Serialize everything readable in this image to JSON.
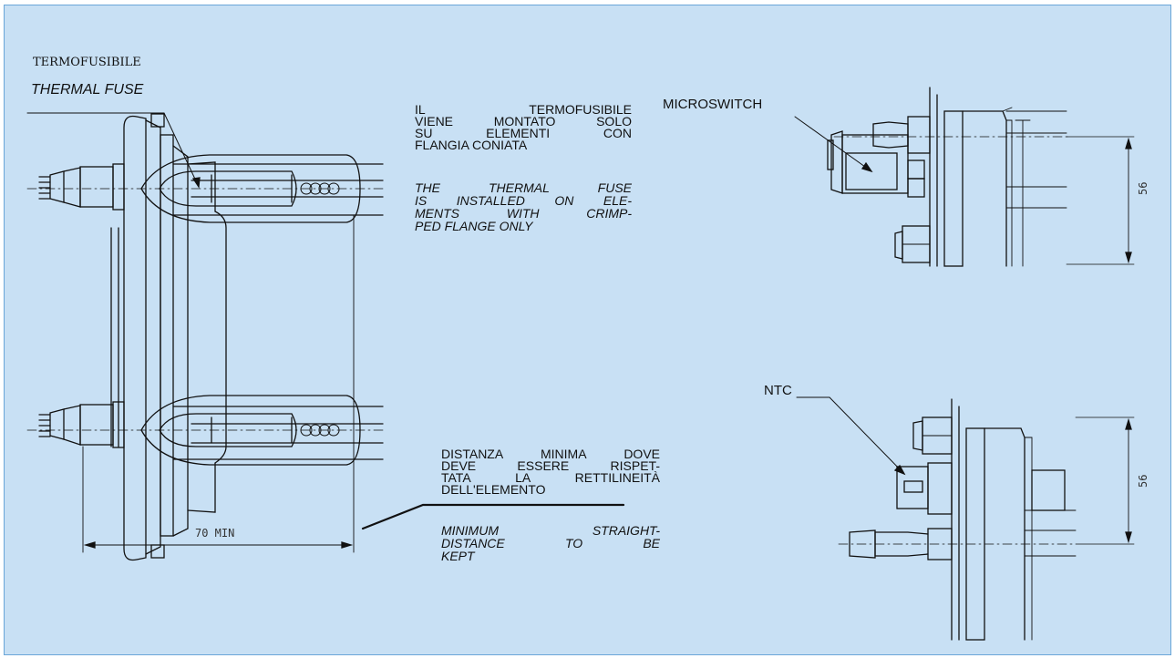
{
  "labels": {
    "termofusibile": "TERMOFUSIBILE",
    "thermal_fuse": "THERMAL FUSE",
    "note_it": [
      "IL TERMOFUSIBILE",
      "VIENE MONTATO SOLO",
      "SU ELEMENTI CON",
      "FLANGIA CONIATA"
    ],
    "note_en": [
      "THE THERMAL FUSE",
      "IS INSTALLED ON ELE-",
      "MENTS WITH CRIMP-",
      "PED FLANGE ONLY"
    ],
    "microswitch": "MICROSWITCH",
    "ntc": "NTC",
    "distanza_it": [
      "DISTANZA MINIMA DOVE",
      "DEVE ESSERE RISPET-",
      "TATA LA RETTILINEITÀ",
      "DELL'ELEMENTO"
    ],
    "distance_en": [
      "MINIMUM STRAIGHT-",
      "DISTANCE TO BE",
      "KEPT"
    ]
  },
  "dimensions": {
    "min_length": "70 MIN",
    "top_right": "56",
    "bottom_right": "56"
  },
  "colors": {
    "background": "#c8e0f4",
    "border": "#6aa6d8",
    "line": "#111111"
  }
}
